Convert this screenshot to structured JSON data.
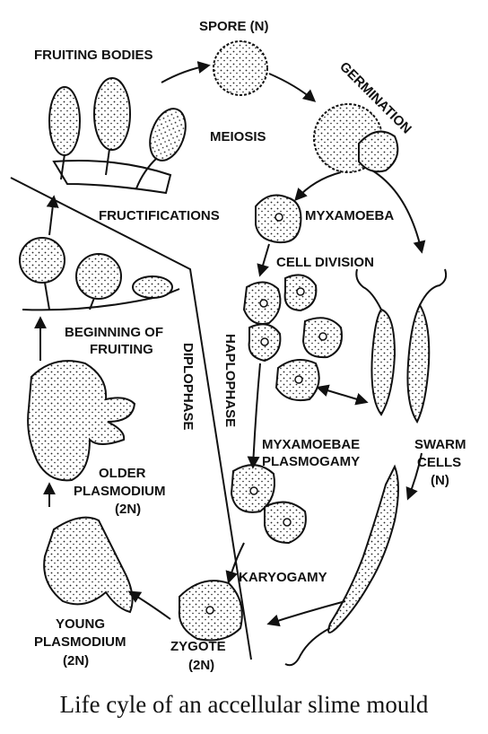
{
  "labels": {
    "spore": "SPORE (N)",
    "fruiting_bodies": "FRUITING BODIES",
    "germination": "GERMINATION",
    "meiosis": "MEIOSIS",
    "fructifications": "FRUCTIFICATIONS",
    "myxamoeba": "MYXAMOEBA",
    "cell_division": "CELL DIVISION",
    "beginning_of_fruiting_1": "BEGINNING OF",
    "beginning_of_fruiting_2": "FRUITING",
    "haplophase": "HAPLOPHASE",
    "diplophase": "DIPLOPHASE",
    "myxamoebae": "MYXAMOEBAE",
    "plasmogamy": "PLASMOGAMY",
    "swarm_1": "SWARM",
    "swarm_2": "CELLS",
    "swarm_3": "(N)",
    "older_plasmodium_1": "OLDER",
    "older_plasmodium_2": "PLASMODIUM",
    "older_plasmodium_3": "(2N)",
    "karyogamy": "KARYOGAMY",
    "young_plasmodium_1": "YOUNG",
    "young_plasmodium_2": "PLASMODIUM",
    "young_plasmodium_3": "(2N)",
    "zygote_1": "ZYGOTE",
    "zygote_2": "(2N)"
  },
  "caption": "Life cyle of an accellular slime mould"
}
